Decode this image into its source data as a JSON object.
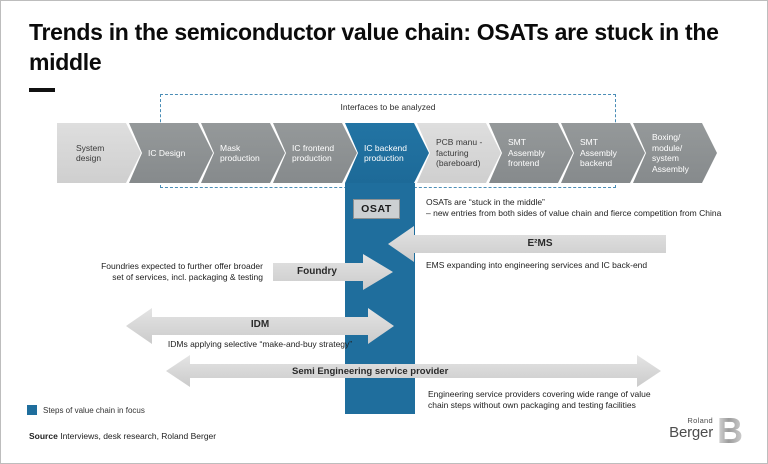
{
  "title": "Trends in the semiconductor value chain: OSATs are stuck in the middle",
  "interfaces_label": "Interfaces to be analyzed",
  "chain": {
    "steps": [
      {
        "label": "System design",
        "style": "light"
      },
      {
        "label": "IC Design",
        "style": "gray"
      },
      {
        "label": "Mask production",
        "style": "gray"
      },
      {
        "label": "IC frontend production",
        "style": "gray"
      },
      {
        "label": "IC backend production",
        "style": "blue",
        "in_focus": true
      },
      {
        "label": "PCB manu - facturing (bareboard)",
        "style": "light"
      },
      {
        "label": "SMT Assembly frontend",
        "style": "gray"
      },
      {
        "label": "SMT Assembly backend",
        "style": "gray"
      },
      {
        "label": "Boxing/ module/ system Assembly",
        "style": "gray"
      }
    ]
  },
  "osat": {
    "tag": "OSAT",
    "note_lines": [
      "OSATs are “stuck in the middle”",
      "– new entries from both sides of value chain and fierce competition from China"
    ]
  },
  "arrows": {
    "e2ms": {
      "label": "E²MS",
      "direction": "left",
      "note_lines": [
        "EMS expanding into engineering services and IC back-end"
      ]
    },
    "foundry": {
      "label": "Foundry",
      "direction": "right",
      "note_lines": [
        "Foundries expected to further offer broader",
        "set of services, incl. packaging & testing"
      ]
    },
    "idm": {
      "label": "IDM",
      "direction": "both",
      "note_lines": [
        "IDMs applying selective “make-and-buy strategy”"
      ]
    },
    "semi": {
      "label": "Semi Engineering service provider",
      "direction": "both",
      "note_lines": [
        "Engineering service providers covering wide range of value",
        "chain steps without own packaging and testing facilities"
      ]
    }
  },
  "legend": {
    "swatch_color": "#1F6E9D",
    "label": "Steps of value chain in focus"
  },
  "source": {
    "label": "Source",
    "text": "Interviews, desk research, Roland Berger"
  },
  "logo": {
    "line1": "Roland",
    "line2": "Berger",
    "mark": "B"
  },
  "colors": {
    "accent_blue": "#1F6E9D",
    "chevron_gray": "#8C9091",
    "chevron_light": "#D9DADB",
    "arrow_gray": "#D8D8D8",
    "dashed_border": "#4A8DB6"
  }
}
